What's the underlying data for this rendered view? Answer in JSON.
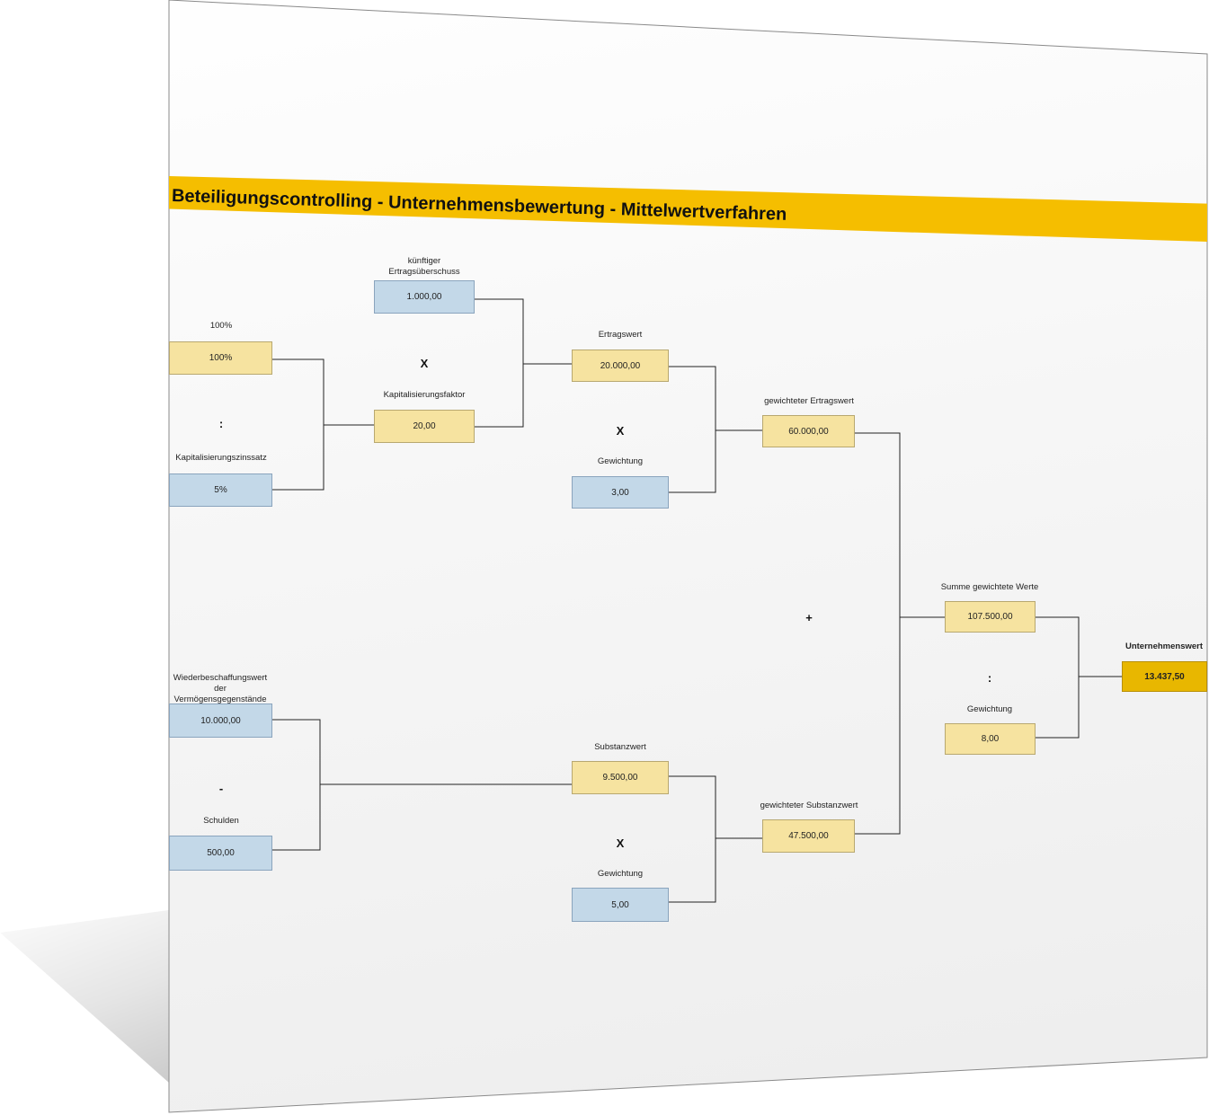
{
  "title": "Beteiligungscontrolling - Unternehmensbewertung - Mittelwertverfahren",
  "colors": {
    "banner": "#f5be00",
    "input_box": "#c3d8e8",
    "computed_box": "#f6e3a0",
    "result_box": "#e8b700"
  },
  "nodes": {
    "percent100": {
      "label": "100%",
      "value": "100%"
    },
    "kap_zins": {
      "label": "Kapitalisierungszinssatz",
      "value": "5%"
    },
    "ertrags_ueberschuss": {
      "label1": "künftiger",
      "label2": "Ertragsüberschuss",
      "value": "1.000,00"
    },
    "kap_faktor": {
      "label": "Kapitalisierungsfaktor",
      "value": "20,00"
    },
    "ertragswert": {
      "label": "Ertragswert",
      "value": "20.000,00"
    },
    "gewichtung1": {
      "label": "Gewichtung",
      "value": "3,00"
    },
    "gew_ertragswert": {
      "label": "gewichteter Ertragswert",
      "value": "60.000,00"
    },
    "wiederbeschaffung": {
      "label1": "Wiederbeschaffungswert",
      "label2": "der",
      "label3": "Vermögensgegenstände",
      "value": "10.000,00"
    },
    "schulden": {
      "label": "Schulden",
      "value": "500,00"
    },
    "substanzwert": {
      "label": "Substanzwert",
      "value": "9.500,00"
    },
    "gewichtung2": {
      "label": "Gewichtung",
      "value": "5,00"
    },
    "gew_substanzwert": {
      "label": "gewichteter Substanzwert",
      "value": "47.500,00"
    },
    "summe": {
      "label": "Summe gewichtete Werte",
      "value": "107.500,00"
    },
    "gewichtung3": {
      "label": "Gewichtung",
      "value": "8,00"
    },
    "unternehmenswert": {
      "label": "Unternehmenswert",
      "value": "13.437,50"
    }
  },
  "operators": {
    "divide1": ":",
    "multiply1": "X",
    "multiply2": "X",
    "plus": "+",
    "minus": "-",
    "multiply3": "X",
    "divide2": ":"
  }
}
